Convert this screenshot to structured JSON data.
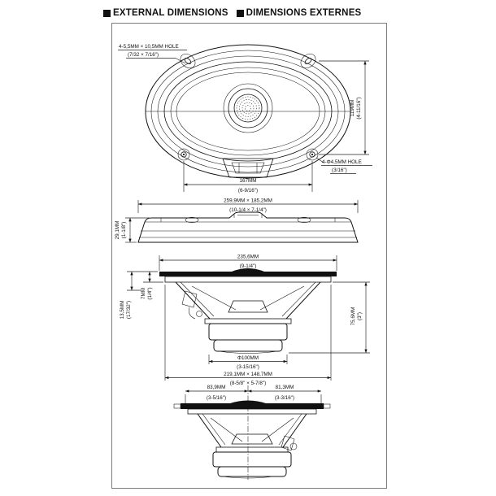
{
  "colors": {
    "ink": "#111111",
    "background": "#ffffff"
  },
  "header": {
    "left_title": "EXTERNAL DIMENSIONS",
    "right_title": "DIMENSIONS EXTERNES"
  },
  "front_view": {
    "slot_hole_mm": "4-5,5MM × 10,5MM HOLE",
    "slot_hole_in": "(7/32 × 7/16\")",
    "height_mm": "119MM",
    "height_in": "(4-11/16\")",
    "round_hole_mm": "4-Φ4,5MM HOLE",
    "round_hole_in": "(3/16\")",
    "hole_pitch_mm": "167MM",
    "hole_pitch_in": "(6-9/16\")",
    "overall_mm": "259,9MM × 185,2MM",
    "overall_in": "(10-1/4 × 7-1/4\")"
  },
  "side_view": {
    "height_mm": "29,1MM",
    "height_in": "(1-1/8\")"
  },
  "section_view": {
    "grille_mm": "235,6MM",
    "grille_in": "(9-1/4\")",
    "protrusion_mm": "7MM",
    "protrusion_in": "(1/4\")",
    "lip_mm": "13,5MM",
    "lip_in": "(17/32\")",
    "depth_mm": "75,6MM",
    "depth_in": "(3\")",
    "magnet_mm": "Φ100MM",
    "magnet_in": "(3-15/16\")",
    "cutout_mm": "219,1MM × 148,7MM",
    "cutout_in": "(8-5/8\" × 5-7/8\")"
  },
  "rear_view": {
    "left_mm": "83,9MM",
    "left_in": "(3-5/16\")",
    "right_mm": "81,3MM",
    "right_in": "(3-3/16\")"
  }
}
